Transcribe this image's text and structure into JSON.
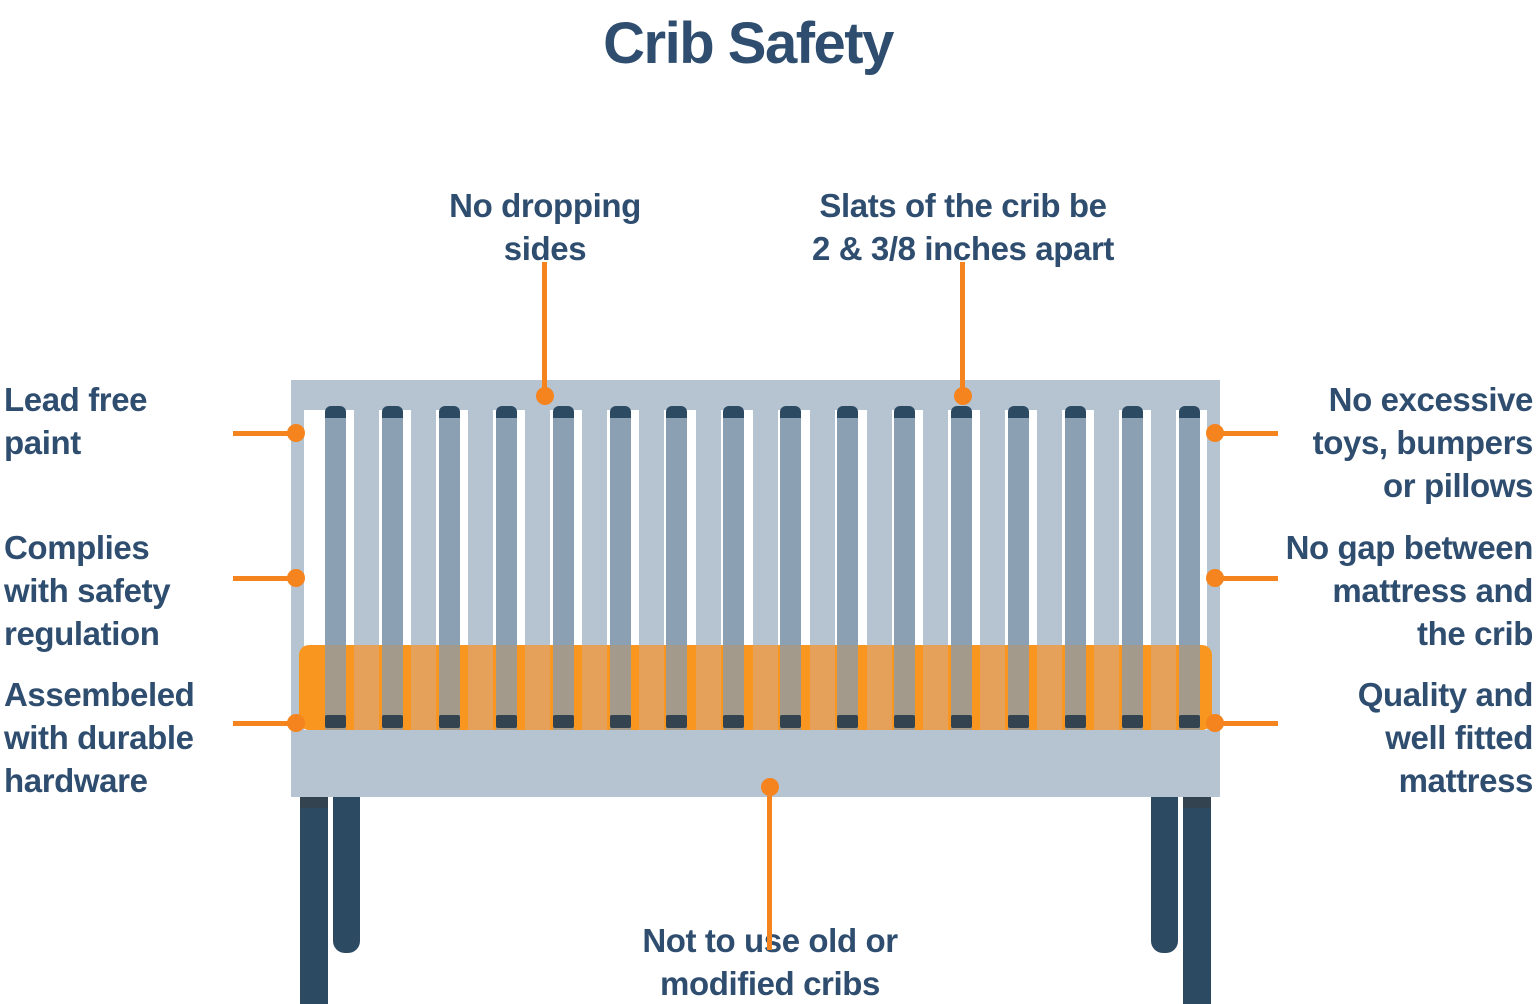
{
  "title": "Crib Safety",
  "colors": {
    "text_navy": "#2e4d6f",
    "frame_gray": "#b6c3d0",
    "slat_blue": "#8ba0b2",
    "cap_navy": "#2d4a63",
    "leg_navy": "#2d4a63",
    "mattress_orange": "#f8961f",
    "mattress_muted": "#e5a159",
    "mattress_slat_tan": "#a39a8b",
    "slat_bottom_cap": "#334450",
    "connector_orange": "#f5841e"
  },
  "crib": {
    "slat_count": 16
  },
  "callouts": {
    "no_dropping_sides": "No dropping\nsides",
    "slats_apart": "Slats of the crib be\n2 & 3/8 inches apart",
    "lead_free_paint": "Lead free\npaint",
    "complies_safety": "Complies\nwith safety\nregulation",
    "assembled_hardware": "Assembeled\nwith durable\nhardware",
    "no_excessive_toys": "No excessive\ntoys, bumpers\nor pillows",
    "no_gap_mattress": "No gap between\nmattress and\nthe crib",
    "quality_mattress": "Quality and\nwell fitted\nmattress",
    "not_old_cribs": "Not to use old or\nmodified cribs"
  }
}
